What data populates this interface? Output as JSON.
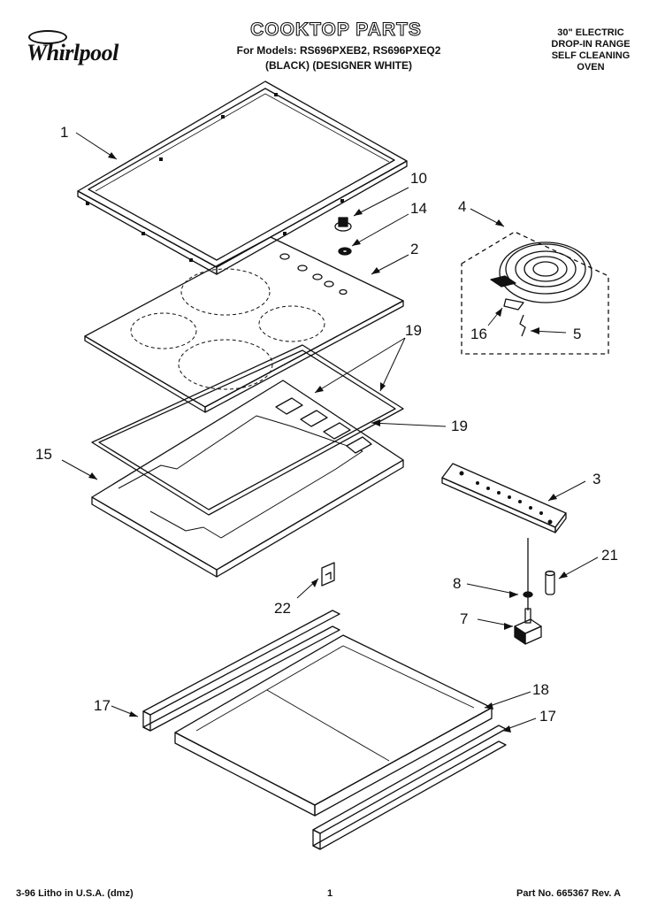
{
  "header": {
    "brand": "Whirlpool",
    "title": "COOKTOP PARTS",
    "models_line": "For Models: RS696PXEB2, RS696PXEQ2",
    "colors_line": "(BLACK) (DESIGNER WHITE)",
    "product_lines": [
      "30\" ELECTRIC",
      "DROP-IN RANGE",
      "SELF CLEANING",
      "OVEN"
    ]
  },
  "callouts": [
    {
      "id": "c1",
      "label": "1"
    },
    {
      "id": "c10",
      "label": "10"
    },
    {
      "id": "c14",
      "label": "14"
    },
    {
      "id": "c2",
      "label": "2"
    },
    {
      "id": "c4",
      "label": "4"
    },
    {
      "id": "c16",
      "label": "16"
    },
    {
      "id": "c5",
      "label": "5"
    },
    {
      "id": "c19a",
      "label": "19"
    },
    {
      "id": "c19b",
      "label": "19"
    },
    {
      "id": "c15",
      "label": "15"
    },
    {
      "id": "c3",
      "label": "3"
    },
    {
      "id": "c21",
      "label": "21"
    },
    {
      "id": "c8",
      "label": "8"
    },
    {
      "id": "c7",
      "label": "7"
    },
    {
      "id": "c22",
      "label": "22"
    },
    {
      "id": "c18",
      "label": "18"
    },
    {
      "id": "c17a",
      "label": "17"
    },
    {
      "id": "c17b",
      "label": "17"
    }
  ],
  "footer": {
    "litho": "3-96 Litho in U.S.A. (dmz)",
    "page": "1",
    "part_no": "Part No. 665367 Rev. A"
  }
}
